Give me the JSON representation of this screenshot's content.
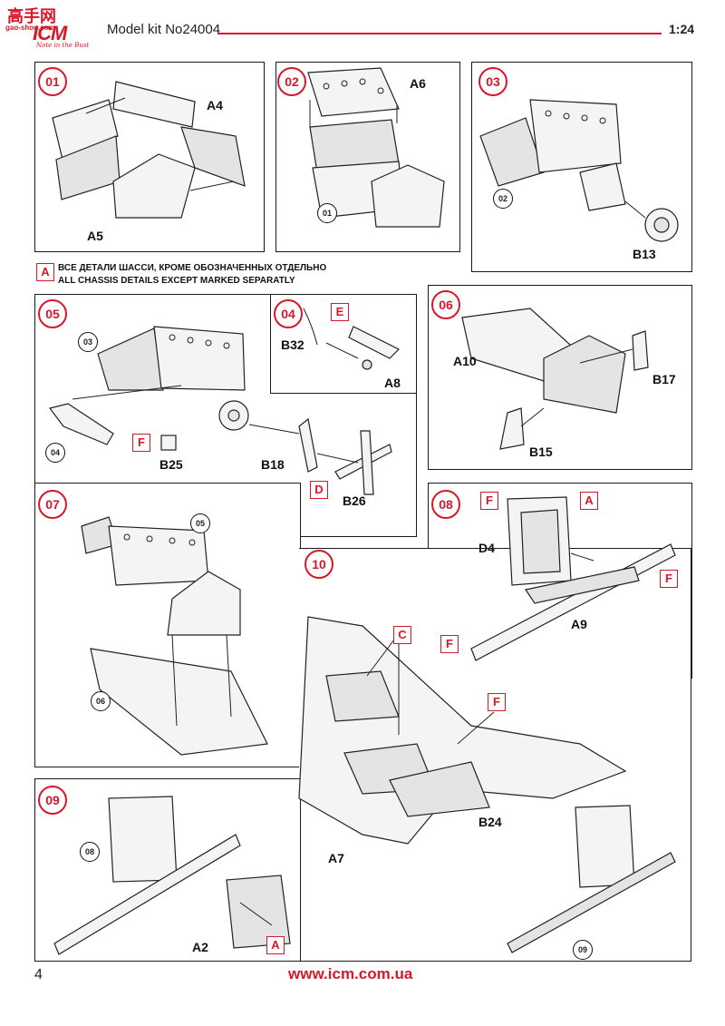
{
  "header": {
    "logo_hanzi": "高手网",
    "logo_watermark": "gao-shou.com",
    "logo_brand": "ICM",
    "logo_tagline": "Note in the Bust",
    "kit_title": "Model kit No24004",
    "scale": "1:24"
  },
  "note": {
    "tag": "A",
    "line_ru": "ВСЕ ДЕТАЛИ ШАССИ, КРОМЕ ОБОЗНАЧЕННЫХ ОТДЕЛЬНО",
    "line_en": "ALL CHASSIS DETAILS EXCEPT MARKED SEPARATLY"
  },
  "steps": {
    "s01": {
      "number": "01",
      "parts": [
        "A4",
        "A5"
      ]
    },
    "s02": {
      "number": "02",
      "parts": [
        "A6"
      ],
      "ref": "01"
    },
    "s03": {
      "number": "03",
      "parts": [
        "B13"
      ],
      "ref": "02"
    },
    "s04": {
      "number": "04",
      "parts": [
        "B32",
        "A8"
      ],
      "tag": "E"
    },
    "s05": {
      "number": "05",
      "parts": [
        "B25",
        "B18",
        "B26"
      ],
      "refs": [
        "03",
        "04"
      ],
      "tags": [
        "F",
        "D"
      ]
    },
    "s06": {
      "number": "06",
      "parts": [
        "A10",
        "B17",
        "B15"
      ]
    },
    "s07": {
      "number": "07",
      "refs": [
        "05",
        "06"
      ]
    },
    "s08": {
      "number": "08",
      "parts": [
        "D4",
        "A9"
      ],
      "tags": [
        "F",
        "A",
        "F",
        "F"
      ]
    },
    "s09": {
      "number": "09",
      "parts": [
        "A2"
      ],
      "ref": "08",
      "tag": "A"
    },
    "s10": {
      "number": "10",
      "parts": [
        "B24",
        "A7"
      ],
      "ref": "09",
      "tags": [
        "C",
        "F"
      ]
    }
  },
  "footer": {
    "page": "4",
    "url": "www.icm.com.ua"
  },
  "colors": {
    "accent": "#d7182a",
    "line": "#1a1a1a"
  }
}
